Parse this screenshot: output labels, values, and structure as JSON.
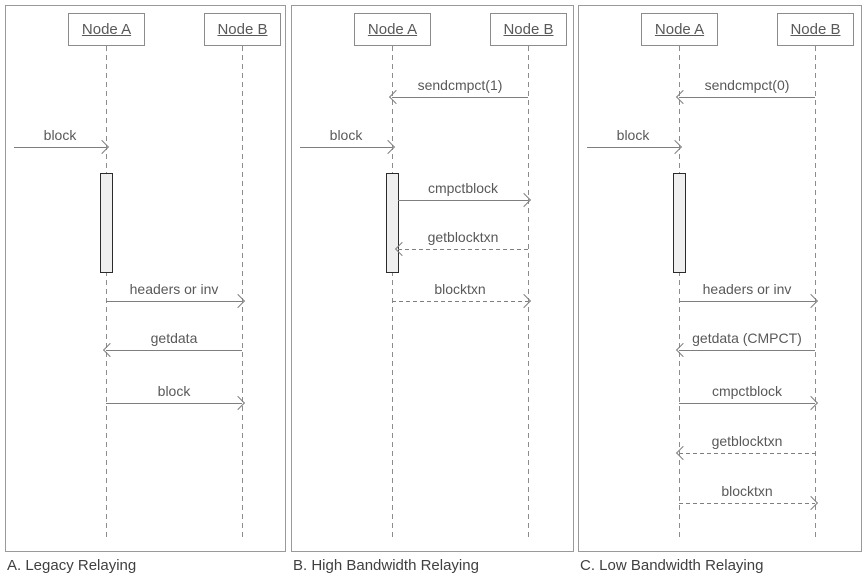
{
  "diagram_type": "sequence-diagram",
  "colors": {
    "line": "#7f7f7f",
    "label_text": "#595959",
    "caption_text": "#404040",
    "activation_fill": "#efefef",
    "activation_border": "#2b2b2b",
    "box_border": "#8c8c8c",
    "background": "#ffffff"
  },
  "panels": [
    {
      "caption": "A. Legacy Relaying",
      "node_a": "Node A",
      "node_b": "Node B",
      "messages": [
        {
          "label": "block",
          "from": "network",
          "to": "Node A",
          "style": "solid"
        },
        {
          "label": "headers or inv",
          "from": "Node A",
          "to": "Node B",
          "style": "solid"
        },
        {
          "label": "getdata",
          "from": "Node B",
          "to": "Node A",
          "style": "solid"
        },
        {
          "label": "block",
          "from": "Node A",
          "to": "Node B",
          "style": "solid"
        }
      ]
    },
    {
      "caption": "B. High Bandwidth Relaying",
      "node_a": "Node A",
      "node_b": "Node B",
      "messages": [
        {
          "label": "sendcmpct(1)",
          "from": "Node B",
          "to": "Node A",
          "style": "solid"
        },
        {
          "label": "block",
          "from": "network",
          "to": "Node A",
          "style": "solid"
        },
        {
          "label": "cmpctblock",
          "from": "Node A",
          "to": "Node B",
          "style": "solid"
        },
        {
          "label": "getblocktxn",
          "from": "Node B",
          "to": "Node A",
          "style": "dashed"
        },
        {
          "label": "blocktxn",
          "from": "Node A",
          "to": "Node B",
          "style": "dashed"
        }
      ]
    },
    {
      "caption": "C. Low Bandwidth Relaying",
      "node_a": "Node A",
      "node_b": "Node B",
      "messages": [
        {
          "label": "sendcmpct(0)",
          "from": "Node B",
          "to": "Node A",
          "style": "solid"
        },
        {
          "label": "block",
          "from": "network",
          "to": "Node A",
          "style": "solid"
        },
        {
          "label": "headers or inv",
          "from": "Node A",
          "to": "Node B",
          "style": "solid"
        },
        {
          "label": "getdata (CMPCT)",
          "from": "Node B",
          "to": "Node A",
          "style": "solid"
        },
        {
          "label": "cmpctblock",
          "from": "Node A",
          "to": "Node B",
          "style": "solid"
        },
        {
          "label": "getblocktxn",
          "from": "Node B",
          "to": "Node A",
          "style": "dashed"
        },
        {
          "label": "blocktxn",
          "from": "Node A",
          "to": "Node B",
          "style": "dashed"
        }
      ]
    }
  ]
}
